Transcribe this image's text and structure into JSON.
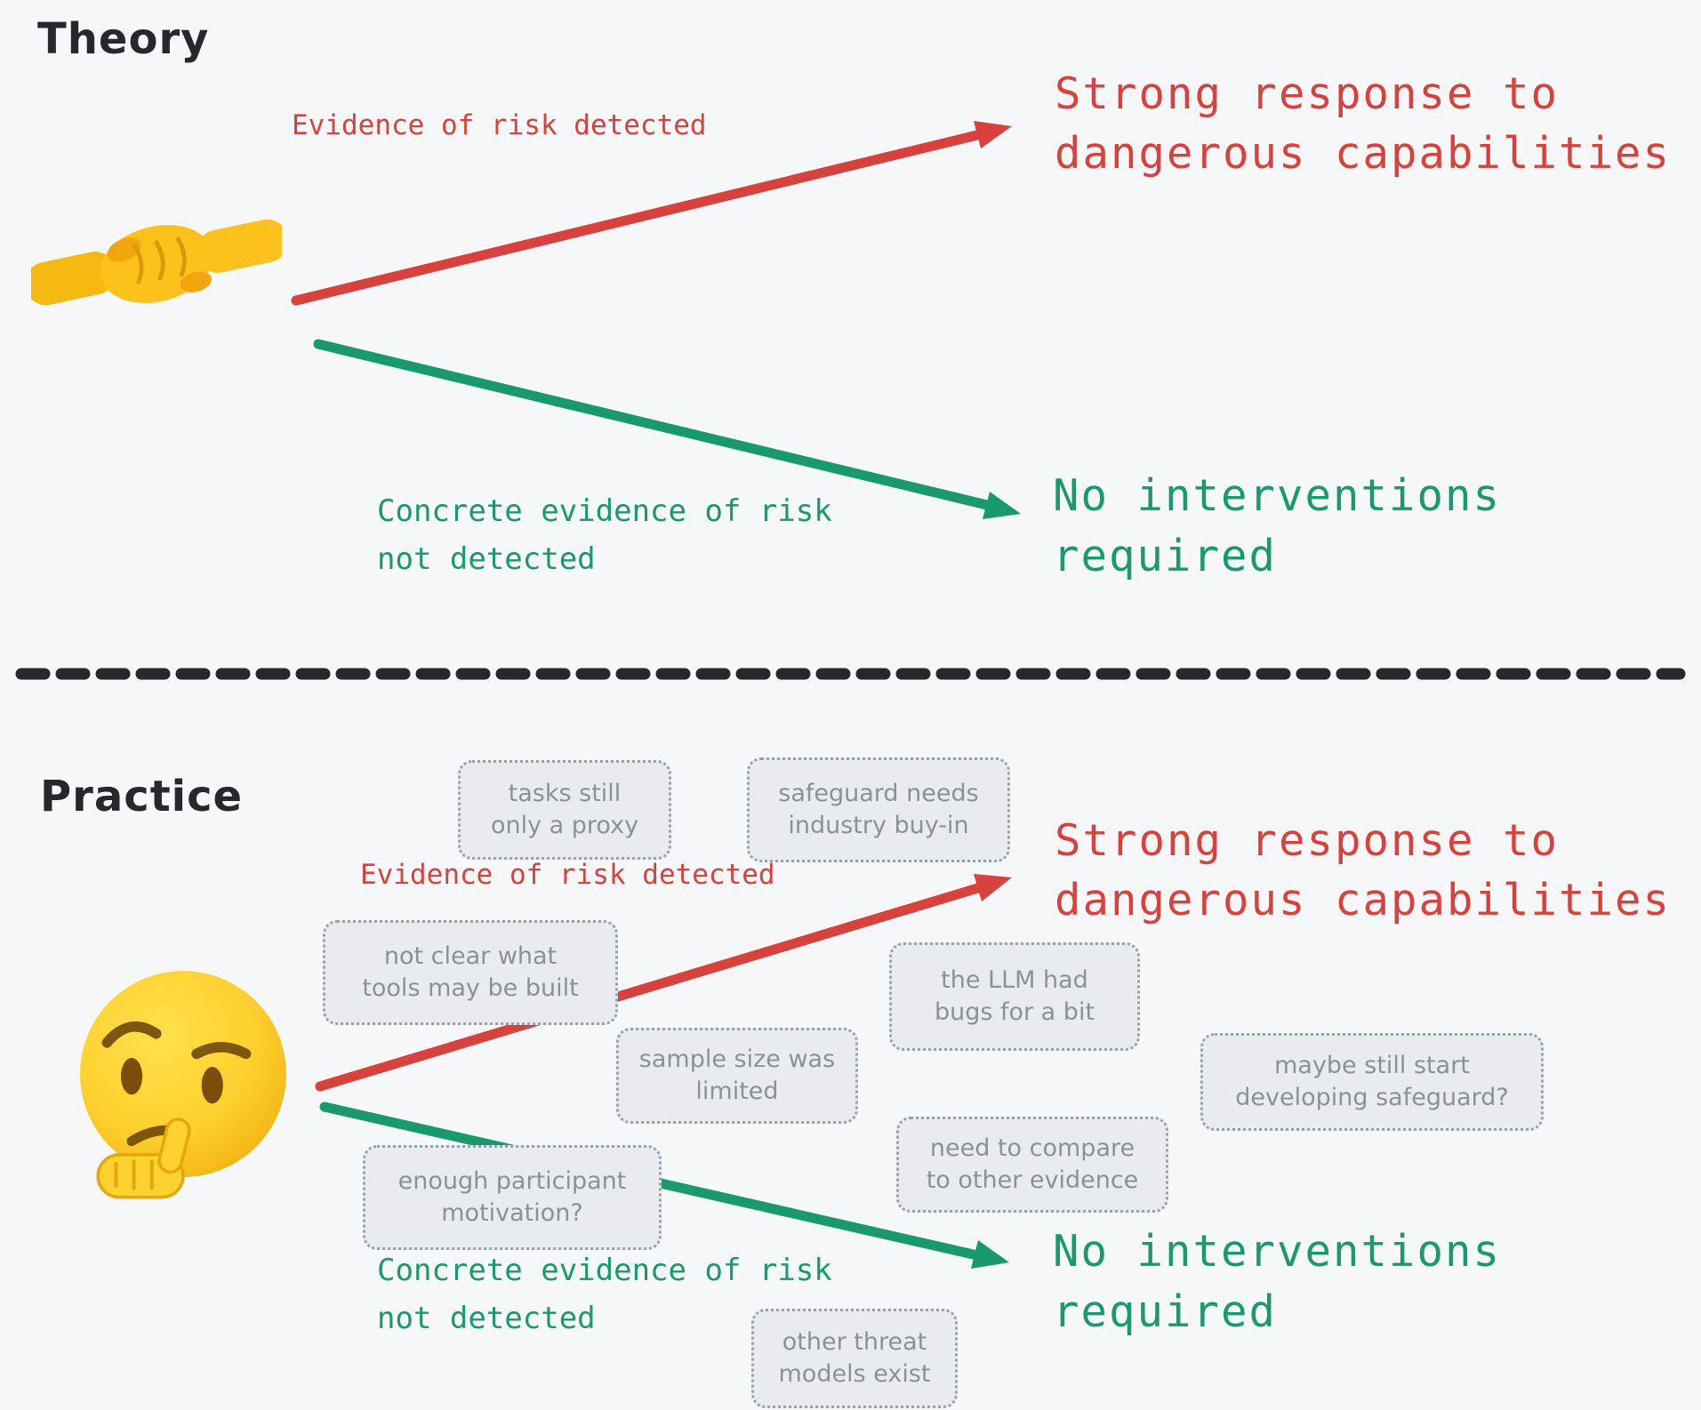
{
  "colors": {
    "bg": "#f6f7f9",
    "red": "#d9413c",
    "green": "#189a6c",
    "ink": "#26282c",
    "box_fill": "#e9ebee",
    "box_border": "#99a2aa",
    "box_text": "#8a9198",
    "emoji_yellow": "#fcc21b",
    "emoji_shade": "#f2a60d"
  },
  "theory": {
    "title": "Theory",
    "emoji": "handshake",
    "risk_label": "Evidence of risk detected",
    "risk_heading": "Strong response to\ndangerous capabilities",
    "safe_label": "Concrete evidence of risk\nnot detected",
    "safe_heading": "No interventions\nrequired"
  },
  "practice": {
    "title": "Practice",
    "emoji": "thinking-face",
    "risk_label": "Evidence of risk detected",
    "risk_heading": "Strong response to\ndangerous capabilities",
    "safe_label": "Concrete evidence of risk\nnot detected",
    "safe_heading": "No interventions\nrequired",
    "notes": [
      {
        "id": "tasks-proxy",
        "text": "tasks still\nonly a proxy"
      },
      {
        "id": "safeguard-buyin",
        "text": "safeguard needs\nindustry buy-in"
      },
      {
        "id": "not-clear-tools",
        "text": "not clear what\ntools may be built"
      },
      {
        "id": "llm-bugs",
        "text": "the LLM had\nbugs for a bit"
      },
      {
        "id": "sample-size",
        "text": "sample size was\nlimited"
      },
      {
        "id": "maybe-safeguard",
        "text": "maybe still start\ndeveloping safeguard?"
      },
      {
        "id": "compare-evidence",
        "text": "need to compare\nto other evidence"
      },
      {
        "id": "participant-motivation",
        "text": "enough participant\nmotivation?"
      },
      {
        "id": "other-threat-models",
        "text": "other threat\nmodels exist"
      }
    ]
  }
}
